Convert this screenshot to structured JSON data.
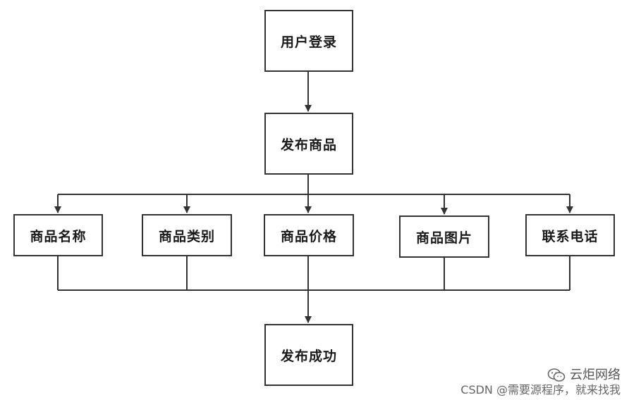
{
  "nodes": {
    "login": "用户登录",
    "publish": "发布商品",
    "name": "商品名称",
    "category": "商品类别",
    "price": "商品价格",
    "image": "商品图片",
    "phone": "联系电话",
    "success": "发布成功"
  },
  "watermark": {
    "brand": "云炬网络",
    "icon": "wechat-icon",
    "source": "CSDN @需要源程序，就来找我"
  },
  "colors": {
    "line": "#333333",
    "box_border": "#333333",
    "text": "#1a1a1a"
  }
}
